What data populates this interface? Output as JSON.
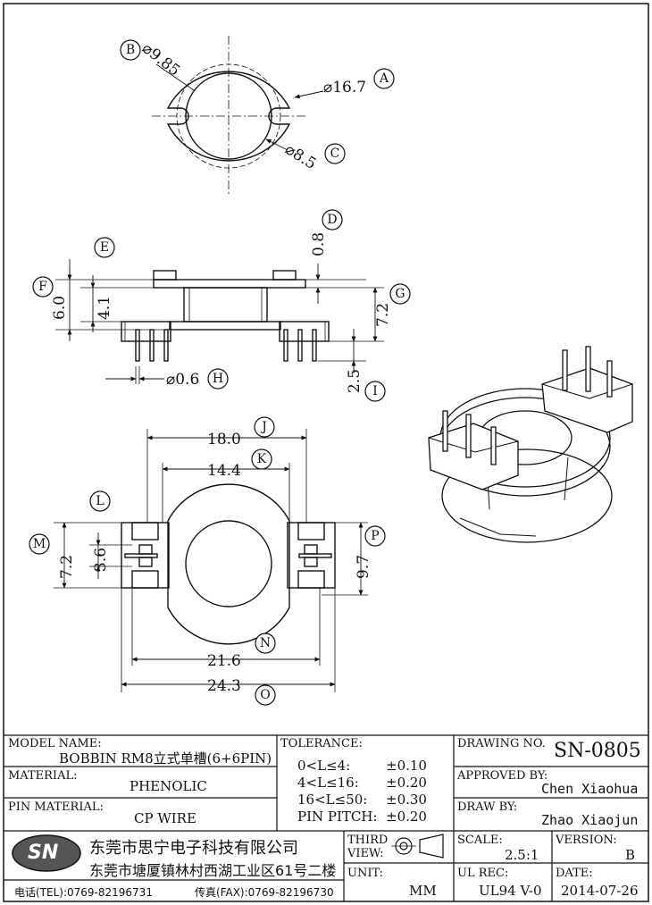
{
  "views": {
    "top": {
      "dim_b": "⌀9.85",
      "dim_a": "⌀16.7",
      "dim_c": "⌀8.5",
      "callouts": {
        "a": "A",
        "b": "B",
        "c": "C"
      }
    },
    "side": {
      "dim_d": "0.8",
      "dim_f": "6.0",
      "dim_e": "4.1",
      "dim_g": "7.2",
      "dim_i": "2.5",
      "dim_h": "⌀0.6",
      "callouts": {
        "d": "D",
        "e": "E",
        "f": "F",
        "g": "G",
        "h": "H",
        "i": "I"
      }
    },
    "bottom": {
      "dim_j": "18.0",
      "dim_k": "14.4",
      "dim_m": "7.2",
      "dim_l": "3.6",
      "dim_p": "9.7",
      "dim_n": "21.6",
      "dim_o": "24.3",
      "callouts": {
        "j": "J",
        "k": "K",
        "l": "L",
        "m": "M",
        "n": "N",
        "o": "O",
        "p": "P"
      }
    }
  },
  "title_block": {
    "model_name_label": "MODEL NAME:",
    "model_name_value": "BOBBIN RM8立式单槽(6+6PIN)",
    "material_label": "MATERIAL:",
    "material_value": "PHENOLIC",
    "pin_material_label": "PIN MATERIAL:",
    "pin_material_value": "CP WIRE",
    "tolerance_label": "TOLERANCE:",
    "tolerance_rows": [
      {
        "range": "0<L≤4:",
        "value": "±0.10"
      },
      {
        "range": "4<L≤16:",
        "value": "±0.20"
      },
      {
        "range": "16<L≤50:",
        "value": "±0.30"
      },
      {
        "range": "PIN PITCH:",
        "value": "±0.20"
      }
    ],
    "drawing_no_label": "DRAWING NO.",
    "drawing_no_value": "SN-0805",
    "approved_by_label": "APPROVED BY:",
    "approved_by_value": "Chen Xiaohua",
    "draw_by_label": "DRAW BY:",
    "draw_by_value": "Zhao Xiaojun",
    "logo_text": "SN",
    "company_name": "东莞市思宁电子科技有限公司",
    "company_address": "东莞市塘厦镇林村西湖工业区61号二楼",
    "tel": "电话(TEL):0769-82196731",
    "fax": "传真(FAX):0769-82196730",
    "third_view_label": "THIRD VIEW:",
    "unit_label": "UNIT:",
    "unit_value": "MM",
    "scale_label": "SCALE:",
    "scale_value": "2.5:1",
    "ul_rec_label": "UL REC:",
    "ul_rec_value": "UL94 V-0",
    "version_label": "VERSION:",
    "version_value": "B",
    "date_label": "DATE:",
    "date_value": "2014-07-26"
  }
}
